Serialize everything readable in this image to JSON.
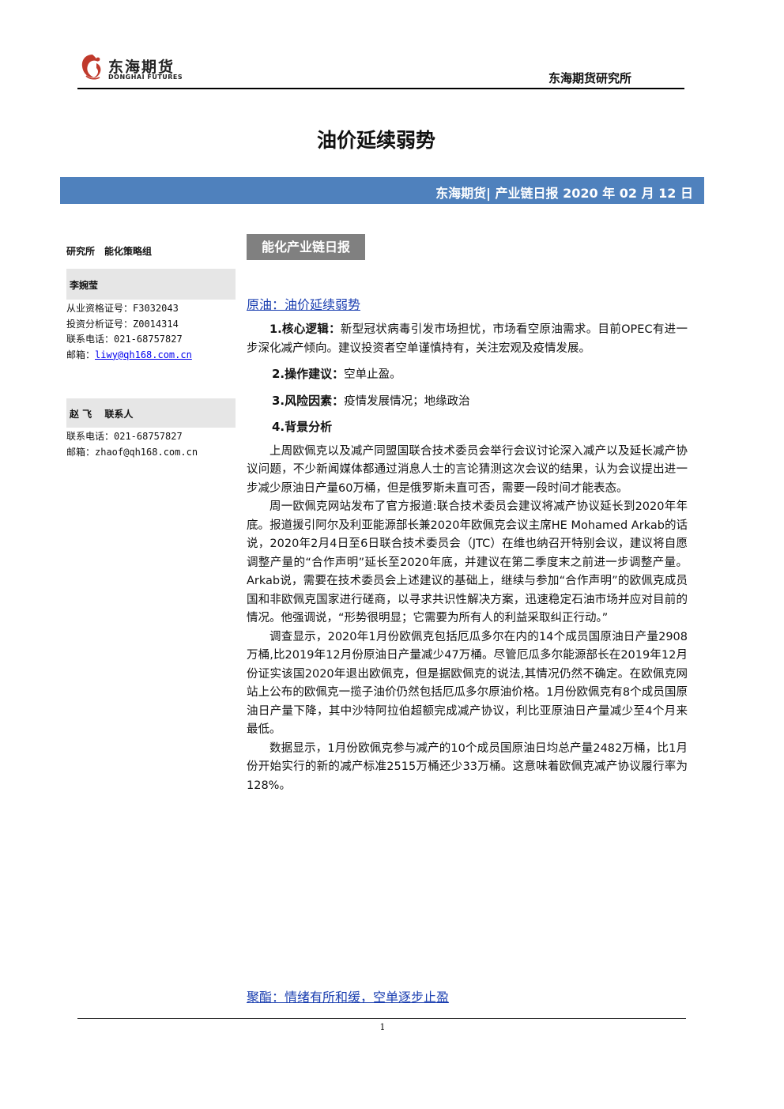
{
  "header": {
    "logo_cn": "东海期货",
    "logo_en": "DONGHAI FUTURES",
    "institute": "东海期货研究所"
  },
  "title": "油价延续弱势",
  "banner": "东海期货| 产业链日报 2020 年 02 月 12 日",
  "sidebar": {
    "group": "研究所　能化策略组",
    "analyst1": {
      "name": "李婉莹",
      "lines": [
        "从业资格证号：F3032043",
        "投资分析证号：Z0014314",
        "联系电话：021-68757827"
      ],
      "email_label": "邮箱：",
      "email": "liwy@qh168.com.cn"
    },
    "analyst2": {
      "name": "赵 飞　 联系人",
      "lines": [
        "联系电话：021-68757827",
        "邮箱：zhaof@qh168.com.cn"
      ]
    }
  },
  "section_tag": "能化产业链日报",
  "crude": {
    "heading": "原油：油价延续弱势",
    "logic_label": "1.核心逻辑：",
    "logic_text": "新型冠状病毒引发市场担忧，市场看空原油需求。目前OPEC有进一步深化减产倾向。建议投资者空单谨慎持有，关注宏观及疫情发展。",
    "advice_label": "2.操作建议：",
    "advice_text": "空单止盈。",
    "risk_label": "3.风险因素：",
    "risk_text": "疫情发展情况；地缘政治",
    "background_label": "4.背景分析",
    "paragraphs": [
      "上周欧佩克以及减产同盟国联合技术委员会举行会议讨论深入减产以及延长减产协议问题，不少新闻媒体都通过消息人士的言论猜测这次会议的结果，认为会议提出进一步减少原油日产量60万桶，但是俄罗斯未直可否，需要一段时间才能表态。",
      "周一欧佩克网站发布了官方报道:联合技术委员会建议将减产协议延长到2020年年底。报道援引阿尔及利亚能源部长兼2020年欧佩克会议主席HE Mohamed Arkab的话说，2020年2月4日至6日联合技术委员会（JTC）在维也纳召开特别会议，建议将自愿调整产量的“合作声明”延长至2020年底，并建议在第二季度末之前进一步调整产量。Arkab说，需要在技术委员会上述建议的基础上，继续与参加“合作声明”的欧佩克成员国和非欧佩克国家进行磋商，以寻求共识性解决方案，迅速稳定石油市场并应对目前的情况。他强调说，“形势很明显；它需要为所有人的利益采取纠正行动。”",
      "调查显示，2020年1月份欧佩克包括厄瓜多尔在内的14个成员国原油日产量2908万桶,比2019年12月份原油日产量减少47万桶。尽管厄瓜多尔能源部长在2019年12月份证实该国2020年退出欧佩克，但是据欧佩克的说法,其情况仍然不确定。在欧佩克网站上公布的欧佩克一揽子油价仍然包括厄瓜多尔原油价格。1月份欧佩克有8个成员国原油日产量下降，其中沙特阿拉伯超额完成减产协议，利比亚原油日产量减少至4个月来最低。",
      "数据显示，1月份欧佩克参与减产的10个成员国原油日均总产量2482万桶，比1月份开始实行的新的减产标准2515万桶还少33万桶。这意味着欧佩克减产协议履行率为128%。"
    ]
  },
  "polyester_heading": "聚酯：情绪有所和缓，空单逐步止盈",
  "page_number": "1",
  "colors": {
    "banner": "#4f81bd",
    "tag": "#808080",
    "link": "#1a3eb0",
    "logo_red": "#c0392b"
  }
}
